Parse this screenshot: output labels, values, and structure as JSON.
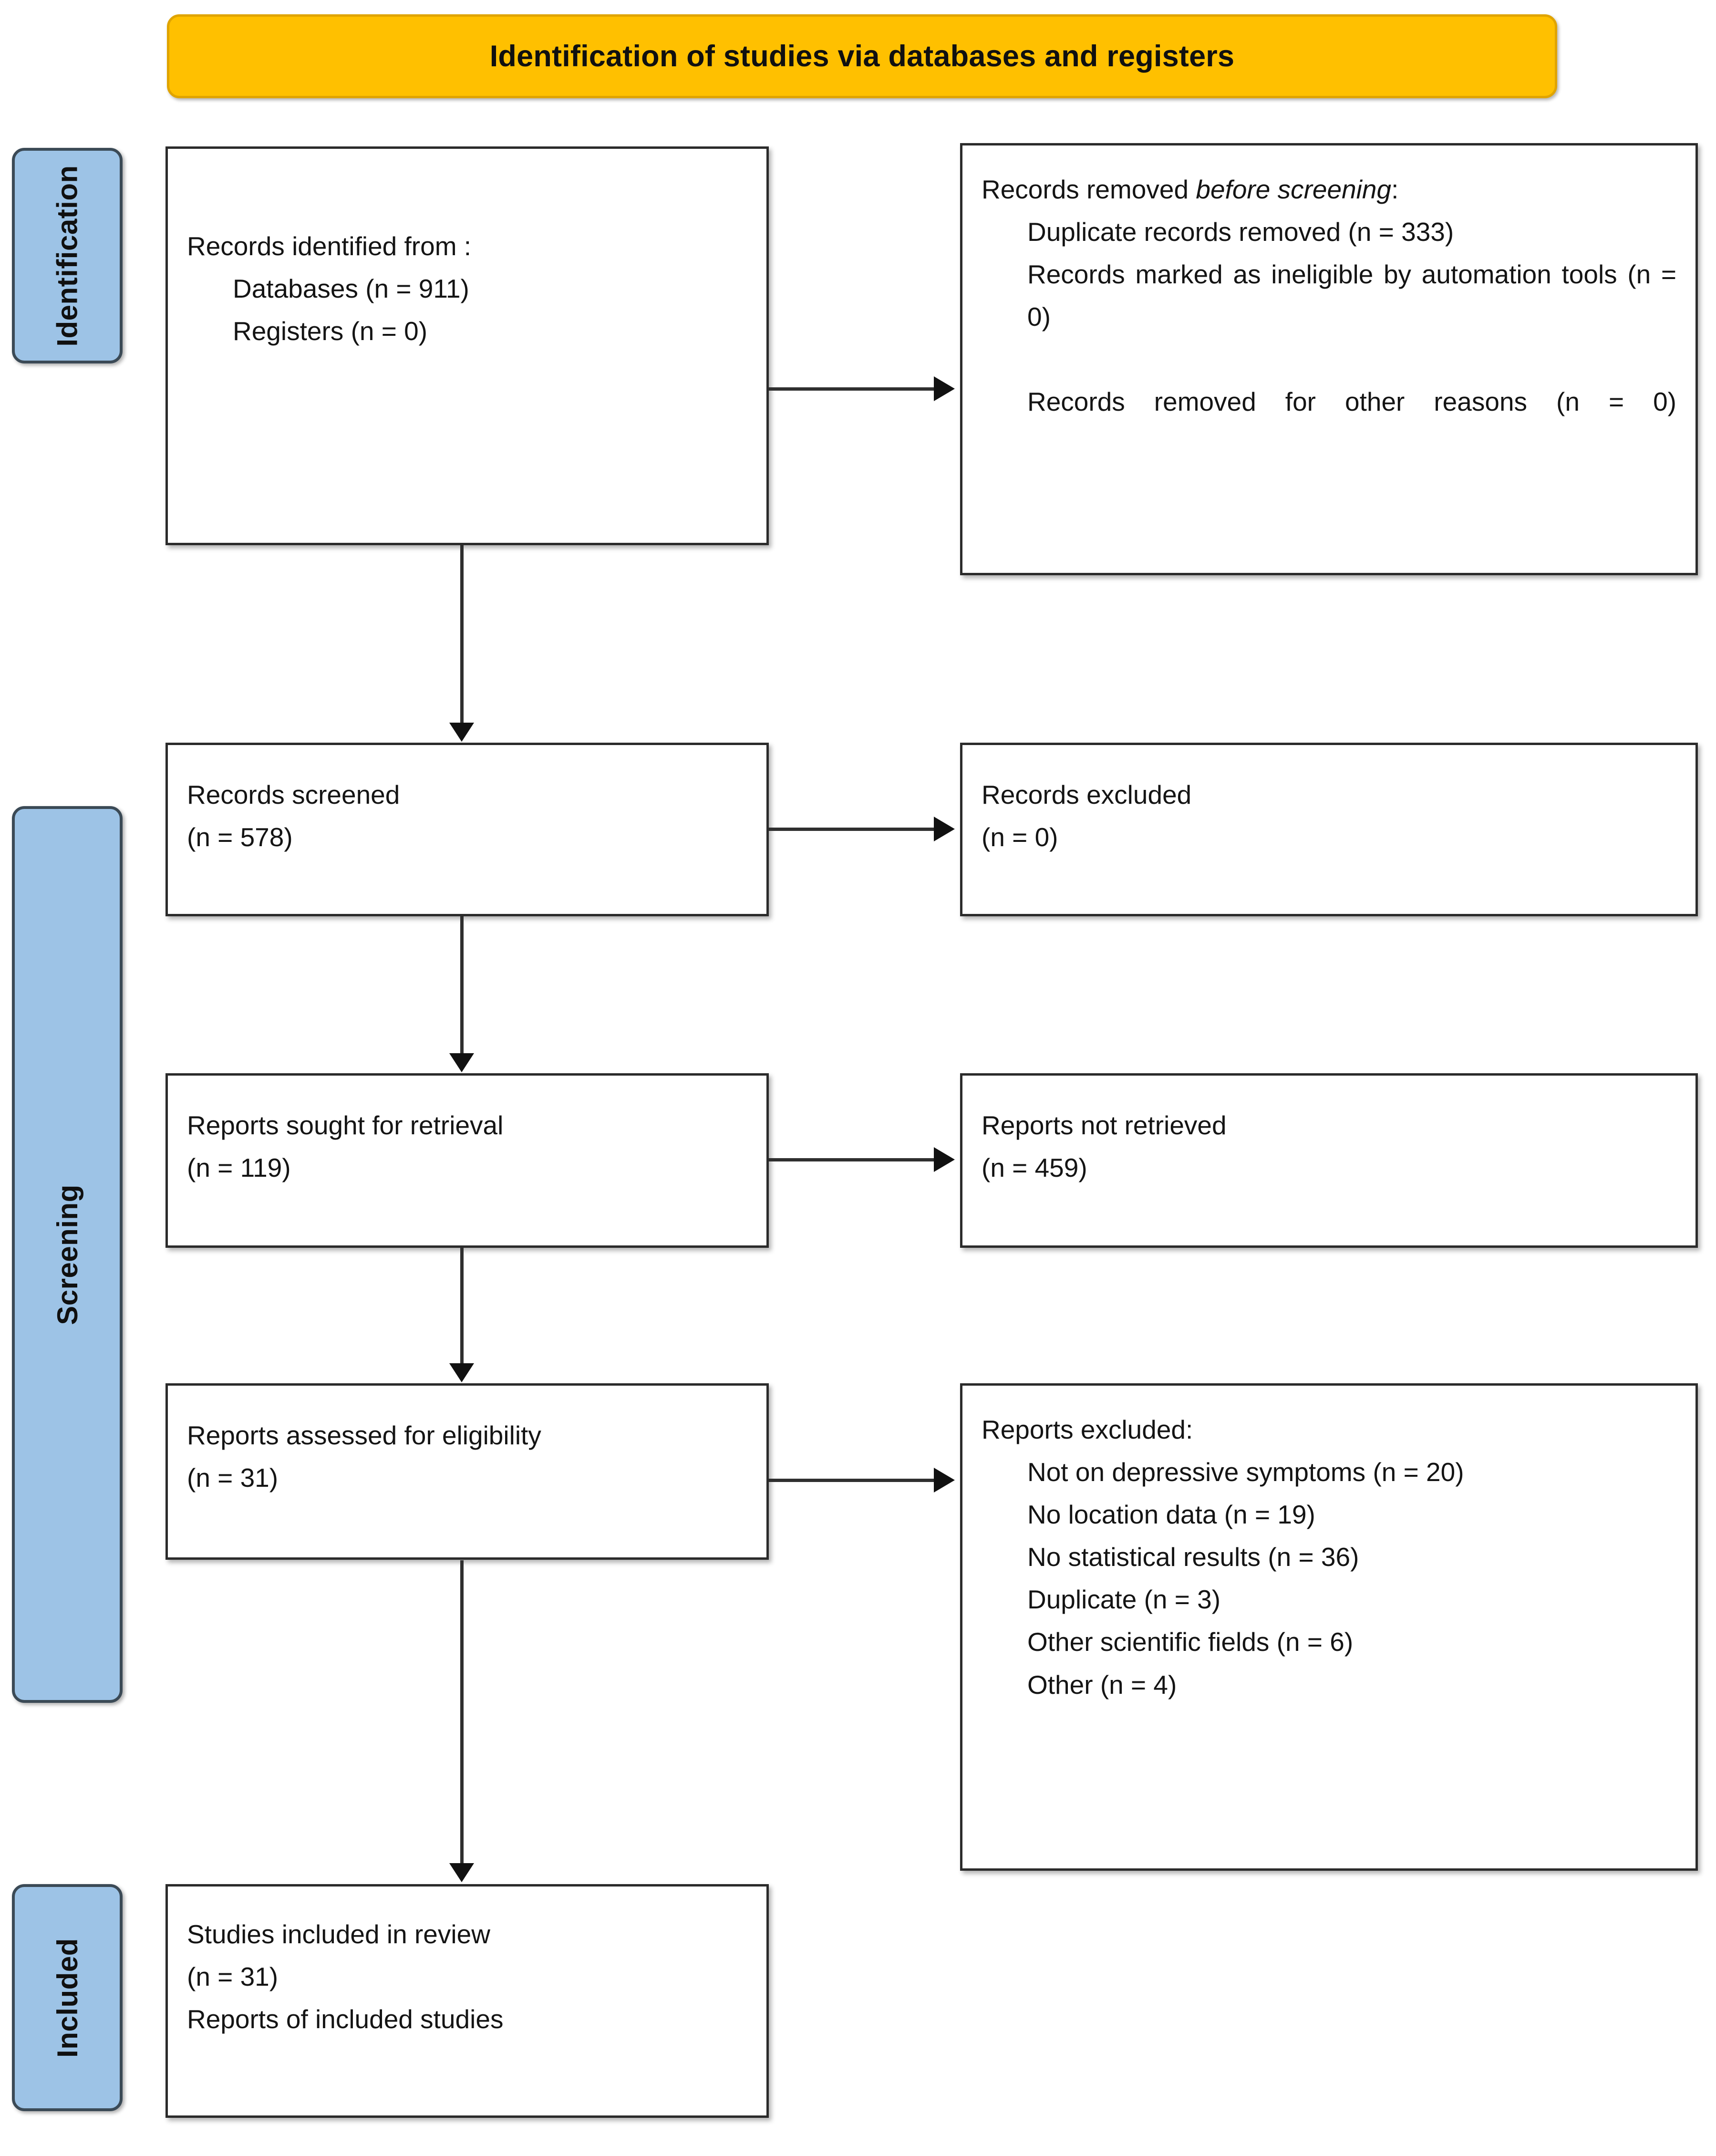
{
  "banner": {
    "title": "Identification of studies via databases and registers"
  },
  "stages": [
    {
      "key": "identification",
      "label": "Identification"
    },
    {
      "key": "screening",
      "label": "Screening"
    },
    {
      "key": "included",
      "label": "Included"
    }
  ],
  "boxes": {
    "identified": {
      "heading": "Records identified from :",
      "items": [
        "Databases (n = 911)",
        "Registers (n = 0)"
      ]
    },
    "removed": {
      "heading_main": "Records removed ",
      "heading_italic": "before screening",
      "heading_tail": ":",
      "items": [
        "Duplicate records removed (n = 333)",
        "Records marked as ineligible by automation tools (n = 0)",
        "Records removed for other reasons (n = 0)"
      ]
    },
    "screened": {
      "heading": "Records screened",
      "count": "(n = 578)"
    },
    "records_excluded": {
      "heading": "Records excluded",
      "count": "(n = 0)"
    },
    "sought": {
      "heading": "Reports sought for retrieval",
      "count": "(n = 119)"
    },
    "not_retrieved": {
      "heading": "Reports not retrieved",
      "count": "(n = 459)"
    },
    "assessed": {
      "heading": "Reports assessed for eligibility",
      "count": "(n = 31)"
    },
    "reports_excluded": {
      "heading": "Reports excluded:",
      "reasons": [
        "Not on depressive symptoms (n = 20)",
        "No location data (n = 19)",
        "No statistical results (n = 36)",
        "Duplicate (n = 3)",
        "Other scientific fields (n = 6)",
        "Other (n = 4)"
      ]
    },
    "included": {
      "heading": "Studies included in review",
      "count": "(n = 31)",
      "subline": "Reports of included studies"
    }
  },
  "colors": {
    "banner_fill": "#FFC000",
    "banner_border": "#E0A400",
    "stage_fill": "#9DC3E6",
    "stage_border": "#3B4A56",
    "box_border": "#2B2B2B",
    "connector": "#2F2F2F",
    "text": "#141414"
  }
}
